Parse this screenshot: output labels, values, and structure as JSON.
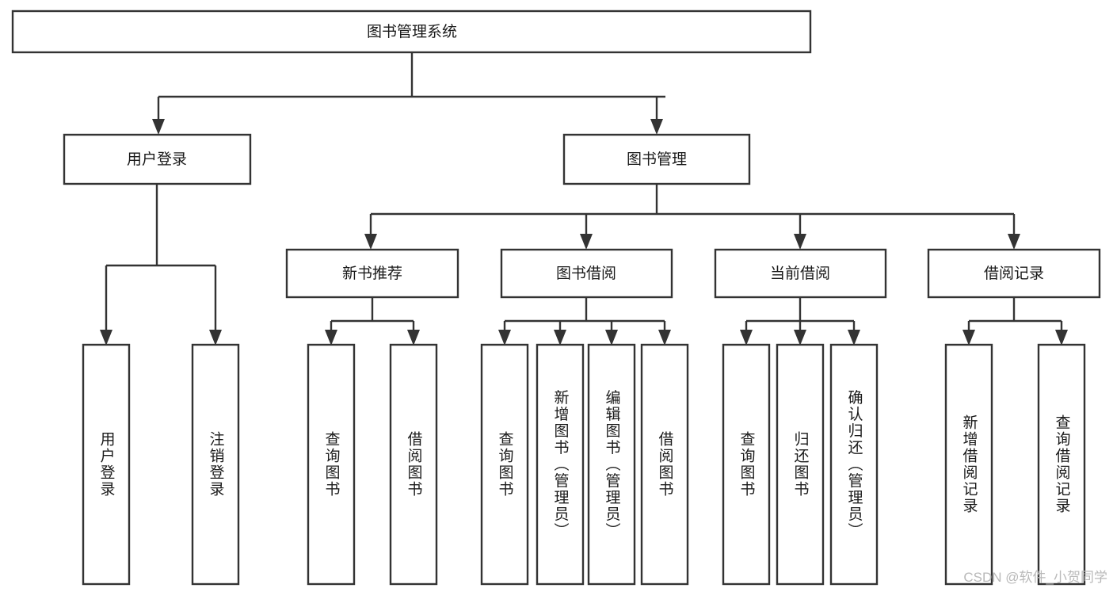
{
  "diagram": {
    "type": "tree-hierarchy-functional-decomposition",
    "root": {
      "id": "root",
      "label": "图书管理系统"
    },
    "level1": [
      {
        "id": "user-login",
        "label": "用户登录"
      },
      {
        "id": "book-management",
        "label": "图书管理"
      }
    ],
    "level2": [
      {
        "id": "new-book-recommend",
        "label": "新书推荐",
        "parent": "book-management"
      },
      {
        "id": "book-borrow",
        "label": "图书借阅",
        "parent": "book-management"
      },
      {
        "id": "current-borrow",
        "label": "当前借阅",
        "parent": "book-management"
      },
      {
        "id": "borrow-record",
        "label": "借阅记录",
        "parent": "book-management"
      }
    ],
    "leaves": {
      "user-login": [
        {
          "id": "leaf-user-login",
          "label": "用户登录"
        },
        {
          "id": "leaf-logout-login",
          "label": "注销登录"
        }
      ],
      "new-book-recommend": [
        {
          "id": "leaf-query-book-1",
          "label": "查询图书"
        },
        {
          "id": "leaf-borrow-book-1",
          "label": "借阅图书"
        }
      ],
      "book-borrow": [
        {
          "id": "leaf-query-book-2",
          "label": "查询图书"
        },
        {
          "id": "leaf-add-book",
          "label": "新增图书（管理员）"
        },
        {
          "id": "leaf-edit-book",
          "label": "编辑图书（管理员）"
        },
        {
          "id": "leaf-borrow-book-2",
          "label": "借阅图书"
        }
      ],
      "current-borrow": [
        {
          "id": "leaf-query-book-3",
          "label": "查询图书"
        },
        {
          "id": "leaf-return-book",
          "label": "归还图书"
        },
        {
          "id": "leaf-confirm-return",
          "label": "确认归还（管理员）"
        }
      ],
      "borrow-record": [
        {
          "id": "leaf-add-record",
          "label": "新增借阅记录"
        },
        {
          "id": "leaf-query-record",
          "label": "查询借阅记录"
        }
      ]
    },
    "colors": {
      "box_fill": "#ffffff",
      "box_stroke": "#333333",
      "text": "#1a1a1a",
      "background": "#ffffff",
      "watermark": "#b9b9b9"
    }
  },
  "watermark": {
    "label": "CSDN @软件_小贺同学"
  }
}
